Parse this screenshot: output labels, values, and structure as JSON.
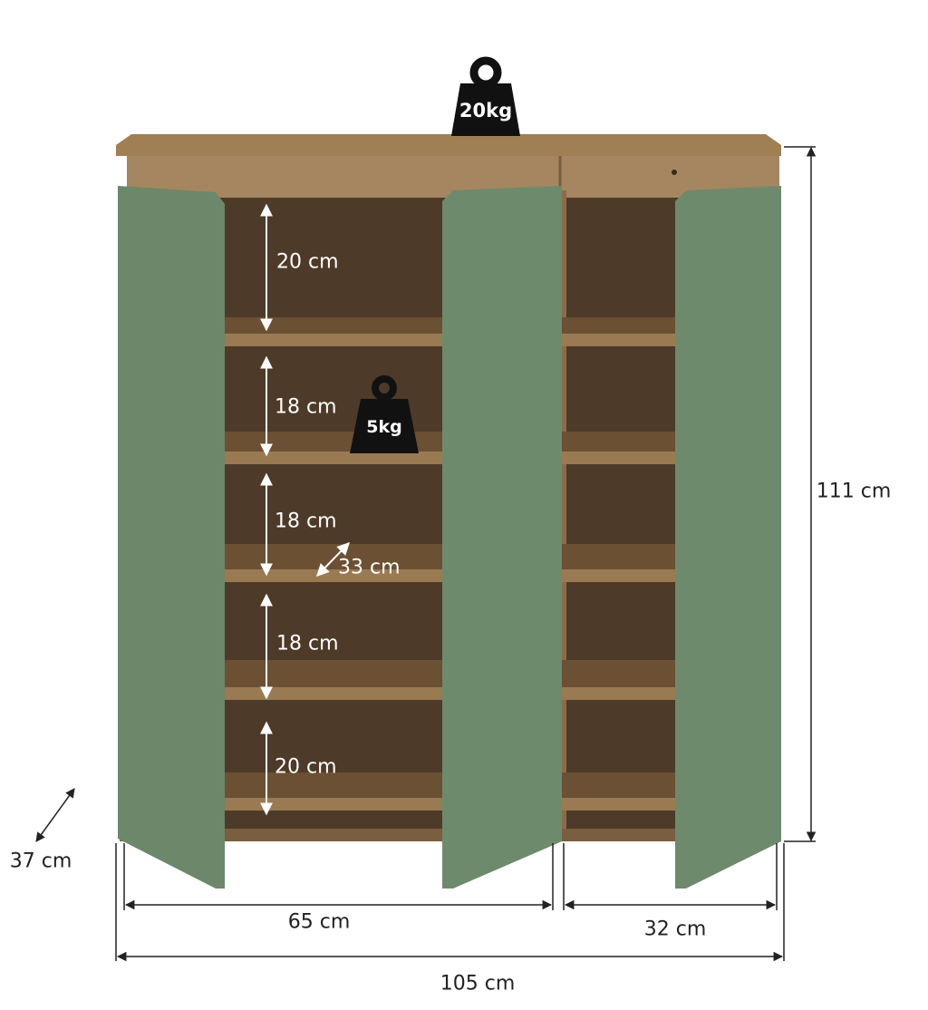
{
  "colors": {
    "wood": "#9a7a52",
    "wood_dark": "#4e3a28",
    "door": "#6e8a6c",
    "door_edge": "#5d7a5c",
    "line": "#222222"
  },
  "weights": {
    "top": "20kg",
    "shelf": "5kg"
  },
  "shelf_heights": [
    "20 cm",
    "18 cm",
    "18 cm",
    "18 cm",
    "20 cm"
  ],
  "shelf_depth": "33 cm",
  "dimensions": {
    "height": "111 cm",
    "depth": "37 cm",
    "left_width": "65 cm",
    "right_width": "32 cm",
    "total_width": "105 cm"
  }
}
